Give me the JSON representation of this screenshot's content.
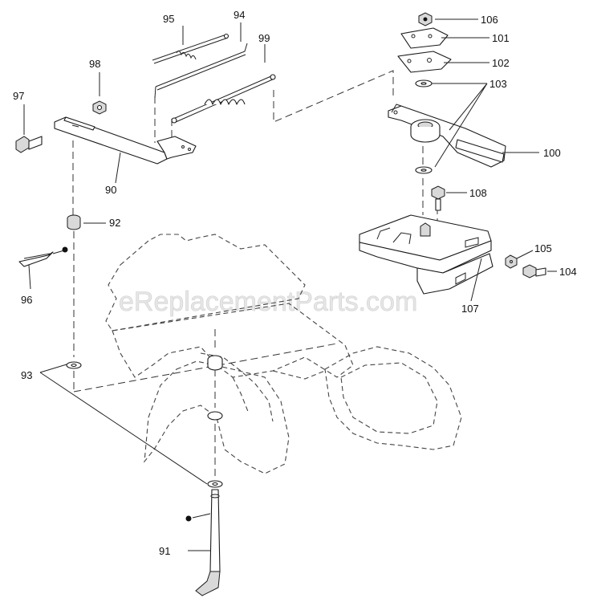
{
  "diagram": {
    "watermark": "eReplacementParts.com",
    "labels": {
      "p90": "90",
      "p91": "91",
      "p92": "92",
      "p93": "93",
      "p94": "94",
      "p95": "95",
      "p96": "96",
      "p97": "97",
      "p98": "98",
      "p99": "99",
      "p100": "100",
      "p101": "101",
      "p102": "102",
      "p103": "103",
      "p104": "104",
      "p105": "105",
      "p106": "106",
      "p107": "107",
      "p108": "108"
    }
  }
}
